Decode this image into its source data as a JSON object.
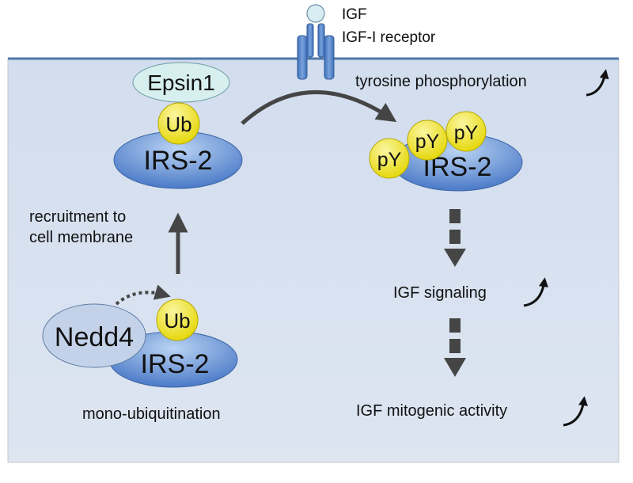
{
  "colors": {
    "cell_fill": "#d5dfee",
    "membrane": "#4f79a8",
    "irs_light": "#a9c6ec",
    "irs_dark": "#4a79c7",
    "ub_yellow": "#f3ea22",
    "epsin_fill": "#d7efef",
    "nedd4_fill": "#c3d2e8",
    "receptor": "#4b7dc8",
    "arrow": "#454545"
  },
  "labels": {
    "igf": "IGF",
    "receptor": "IGF-I receptor",
    "tyrosine_phosphorylation": "tyrosine phosphorylation",
    "recruitment_line1": "recruitment to",
    "recruitment_line2": "cell membrane",
    "igf_signaling": "IGF signaling",
    "igf_mitogenic_activity": "IGF mitogenic activity",
    "mono_ubiquitination": "mono-ubiquitination"
  },
  "molecules": {
    "epsin1": "Epsin1",
    "ub_top": "Ub",
    "irs2_top": "IRS-2",
    "irs2_right": "IRS-2",
    "py1": "pY",
    "py2": "pY",
    "py3": "pY",
    "nedd4": "Nedd4",
    "ub_bottom": "Ub",
    "irs2_bottom": "IRS-2"
  },
  "icons": [
    "increase-arrow-icon",
    "dashed-arrow-icon"
  ]
}
